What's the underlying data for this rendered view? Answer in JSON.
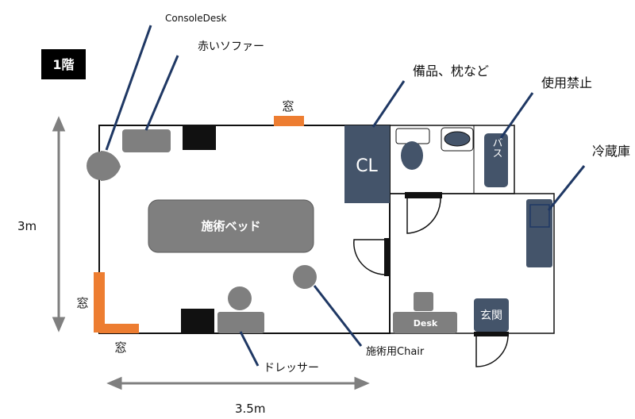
{
  "floor_badge": "1階",
  "callouts": {
    "console_desk": "ConsoleDesk",
    "red_sofa": "赤いソファー",
    "supplies": "備品、枕など",
    "in_use": "使用禁止",
    "fridge": "冷蔵庫",
    "treatment_chair": "施術用Chair",
    "dresser": "ドレッサー"
  },
  "labels": {
    "window_top": "窓",
    "window_left": "窓",
    "window_bottom": "窓",
    "closet": "CL",
    "bath": "バス",
    "treatment_bed": "施術ベッド",
    "desk": "Desk",
    "entrance": "玄関"
  },
  "dimensions": {
    "height": "3m",
    "width": "3.5m"
  },
  "colors": {
    "wall": "#111111",
    "furniture_gray": "#7f7f7f",
    "navy": "#44546a",
    "window_orange": "#ed7d31",
    "leader_line": "#1f3864",
    "dim_arrow": "#7f7f7f"
  }
}
